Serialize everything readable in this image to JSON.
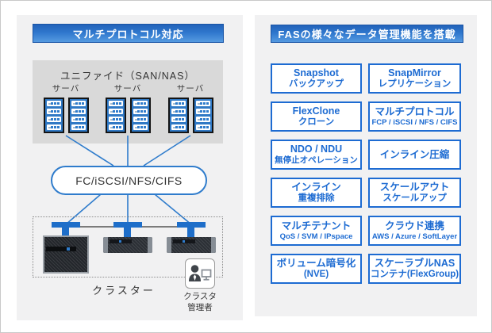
{
  "left_panel": {
    "header": "マルチプロトコル対応",
    "unified_label": "ユニファイド（SAN/NAS）",
    "server_groups": [
      {
        "label": "サーバ"
      },
      {
        "label": "サーバ"
      },
      {
        "label": "サーバ"
      }
    ],
    "protocol_box": "FC/iSCSI/NFS/CIFS",
    "cluster_label": "クラスター",
    "admin_label_line1": "クラスタ",
    "admin_label_line2": "管理者"
  },
  "right_panel": {
    "header": "FASの様々なデータ管理機能を搭載",
    "features": [
      {
        "title": "Snapshot",
        "subtitle": "バックアップ"
      },
      {
        "title": "SnapMirror",
        "subtitle": "レプリケーション"
      },
      {
        "title": "FlexClone",
        "subtitle": "クローン"
      },
      {
        "title": "マルチプロトコル",
        "subtitle": "FCP / iSCSI / NFS / CIFS"
      },
      {
        "title": "NDO / NDU",
        "subtitle": "無停止オペレーション"
      },
      {
        "title": "インライン圧縮",
        "subtitle": ""
      },
      {
        "title": "インライン",
        "subtitle": "重複排除"
      },
      {
        "title": "スケールアウト",
        "subtitle": "スケールアップ"
      },
      {
        "title": "マルチテナント",
        "subtitle": "QoS / SVM / IPspace"
      },
      {
        "title": "クラウド連携",
        "subtitle": "AWS / Azure / SoftLayer"
      },
      {
        "title": "ボリューム暗号化",
        "subtitle": "(NVE)"
      },
      {
        "title": "スケーラブルNAS",
        "subtitle": "コンテナ(FlexGroup)"
      }
    ]
  },
  "colors": {
    "header_blue_top": "#2263ba",
    "header_blue_bottom": "#559ae0",
    "feature_blue": "#1d6bd2",
    "connector_blue": "#2f7ccc",
    "panel_gray": "#f1f1f2",
    "unified_gray": "#d9d9d9"
  }
}
